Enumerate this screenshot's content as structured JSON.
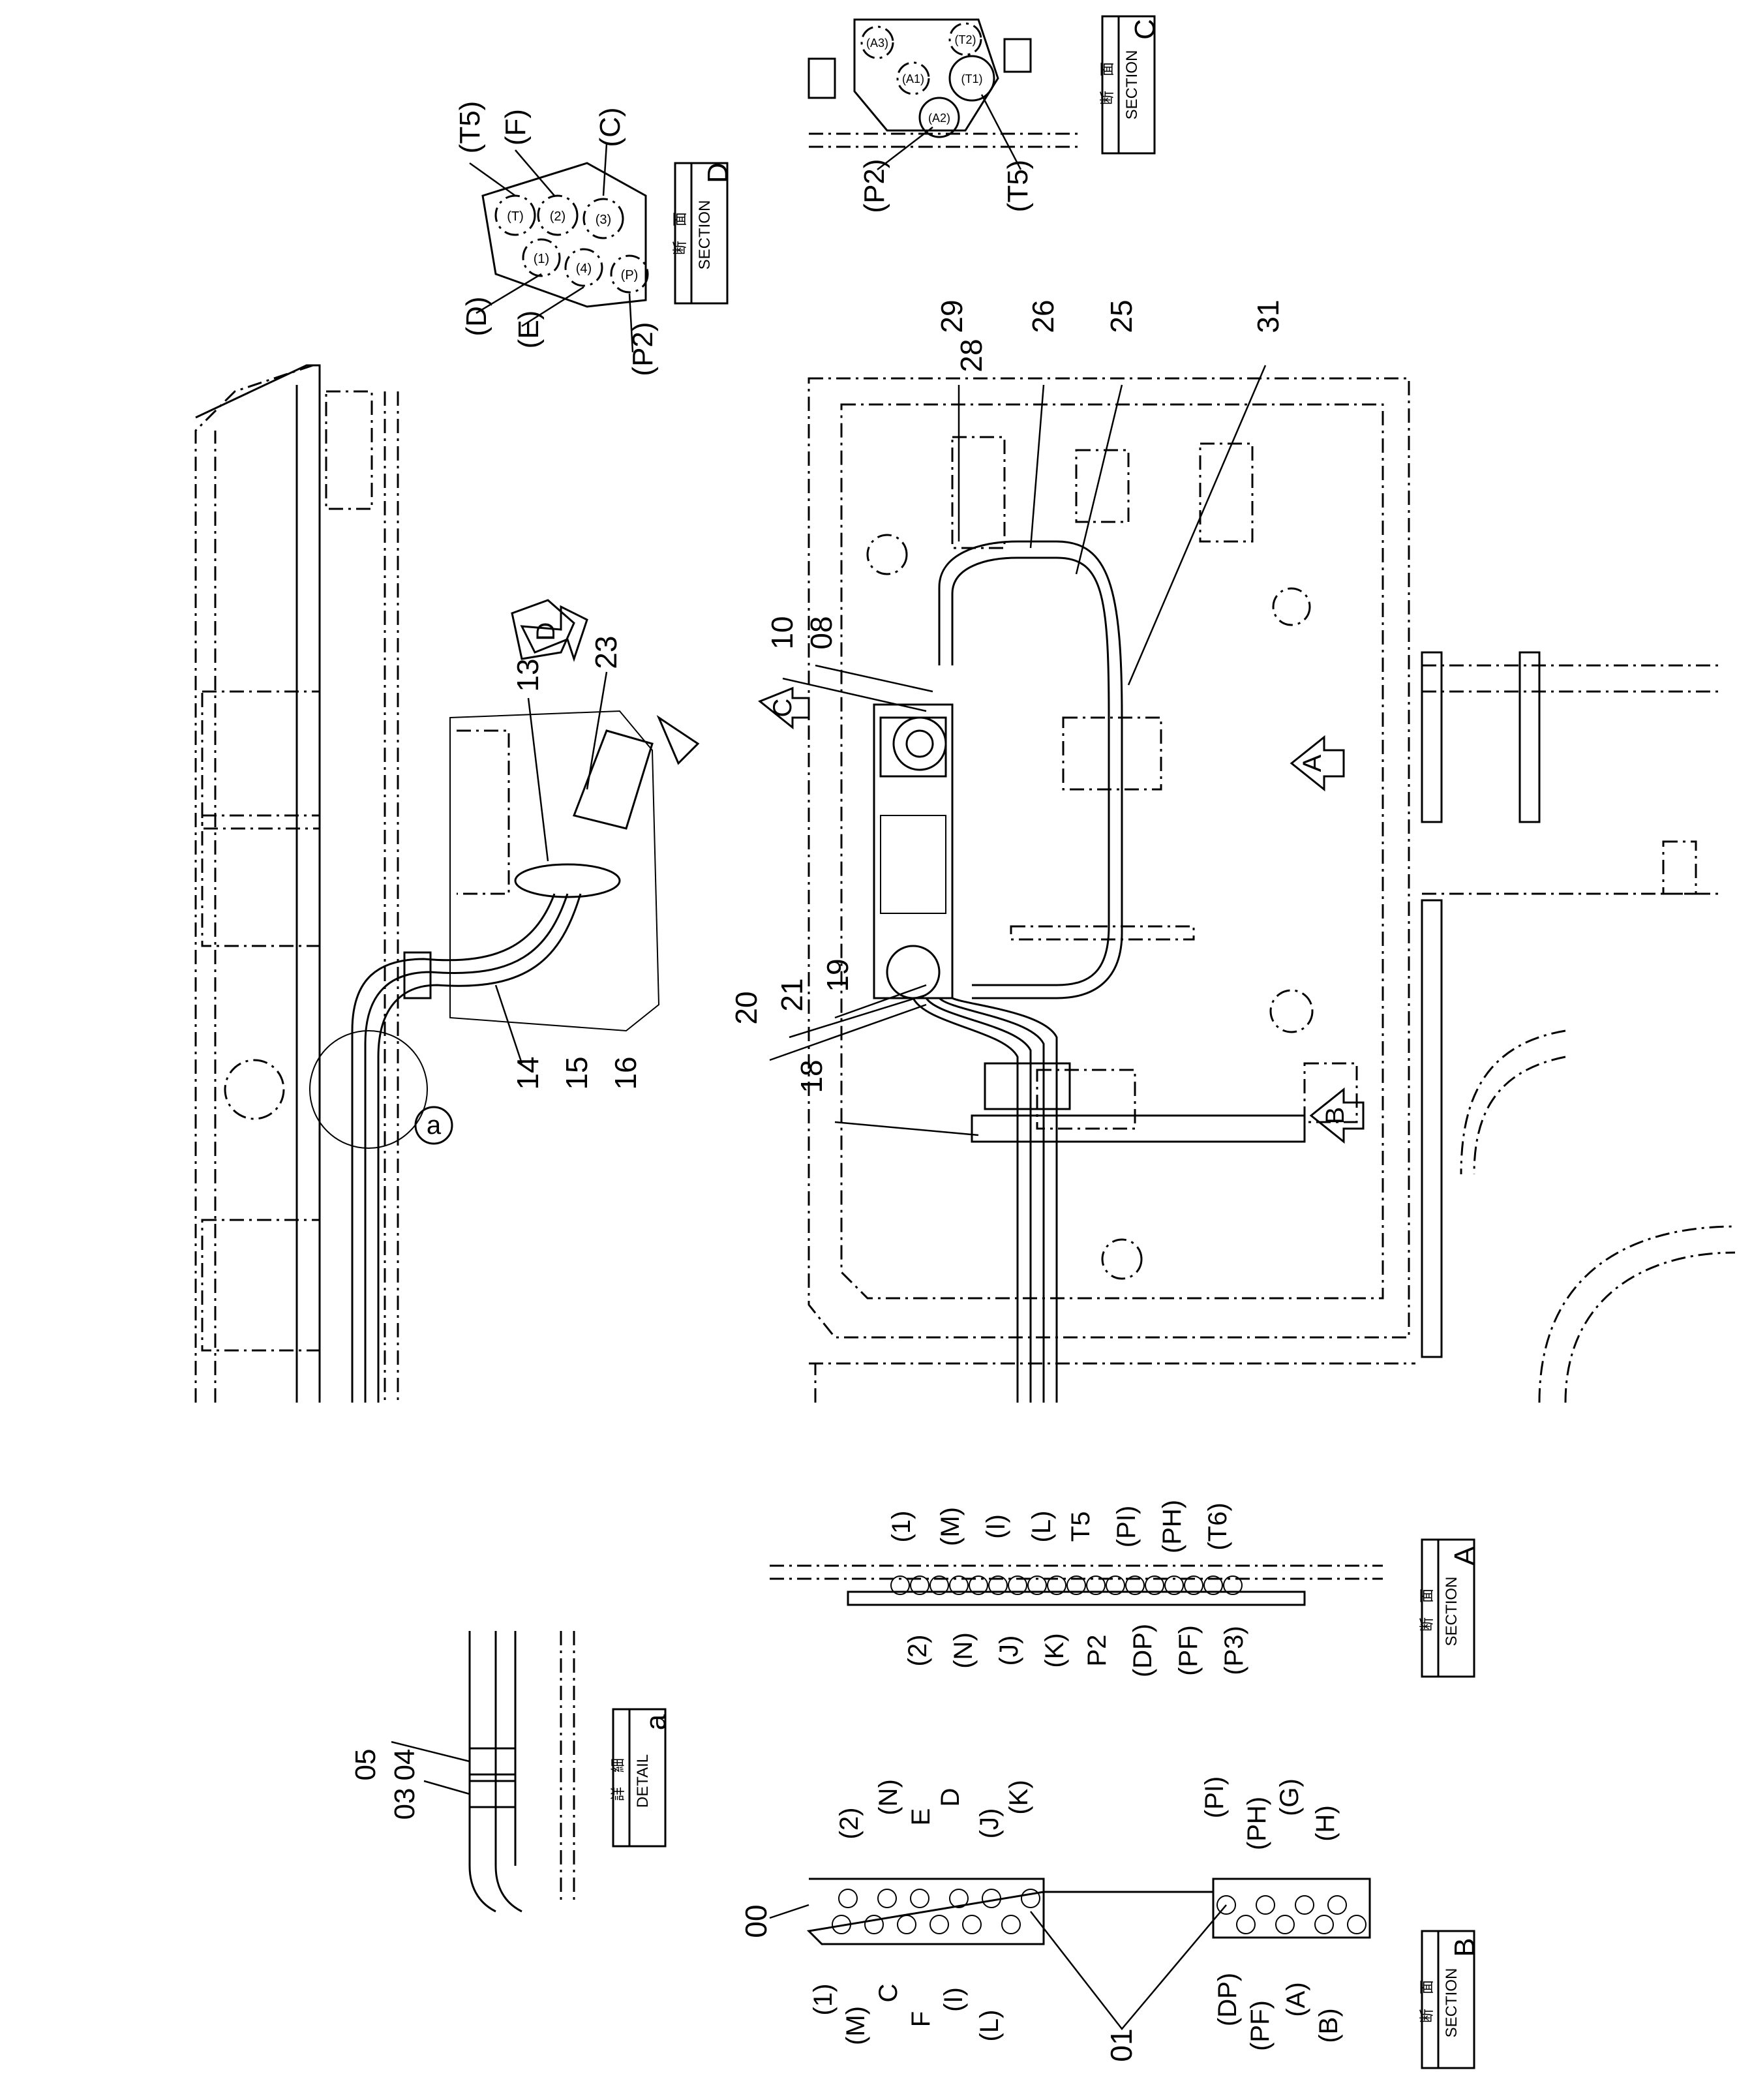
{
  "drawing": {
    "top_left_frame": {
      "items": [
        "13",
        "23",
        "14",
        "15",
        "16"
      ],
      "view_arrow": "D",
      "detail_callout": "a"
    },
    "main_plan": {
      "items": [
        "29",
        "28",
        "26",
        "25",
        "31",
        "10",
        "08",
        "19",
        "21",
        "20",
        "18"
      ],
      "view_arrows": [
        "C",
        "A",
        "B"
      ]
    },
    "section_c": {
      "header_jp": "断　面",
      "header_en": "SECTION",
      "letter": "C",
      "ports": [
        "(A3)",
        "(T2)",
        "(A1)",
        "(T1)",
        "(A2)"
      ],
      "callouts": [
        "(P2)",
        "(T5)"
      ]
    },
    "section_d": {
      "header_jp": "断　面",
      "header_en": "SECTION",
      "letter": "D",
      "top_callouts": [
        "(T5)",
        "(F)",
        "(C)"
      ],
      "bottom_callouts": [
        "(D)",
        "(E)",
        "(P2)"
      ],
      "ports": [
        "(T)",
        "(2)",
        "(3)",
        "(1)",
        "(4)",
        "(P)"
      ]
    },
    "section_a": {
      "header_jp": "断　面",
      "header_en": "SECTION",
      "letter": "A",
      "top_labels": [
        "(1)",
        "(M)",
        "(I)",
        "(L)",
        "T5",
        "(PI)",
        "(PH)",
        "(T6)"
      ],
      "bottom_labels": [
        "(2)",
        "(N)",
        "(J)",
        "(K)",
        "P2",
        "(DP)",
        "(PF)",
        "(P3)"
      ]
    },
    "section_b": {
      "header_jp": "断　面",
      "header_en": "SECTION",
      "letter": "B",
      "top_labels": [
        "(2)",
        "(N)",
        "E",
        "D",
        "(J)",
        "(K)",
        "(PI)",
        "(PH)",
        "(G)",
        "(H)"
      ],
      "bottom_labels": [
        "(1)",
        "(M)",
        "C",
        "F",
        "(I)",
        "(L)",
        "(DP)",
        "(PF)",
        "(A)",
        "(B)"
      ],
      "item_block": "00",
      "item_bolts": "01"
    },
    "detail_a": {
      "header_jp": "詳　細",
      "header_en": "DETAIL",
      "letter": "a",
      "items": [
        "05",
        "04",
        "03"
      ]
    }
  }
}
